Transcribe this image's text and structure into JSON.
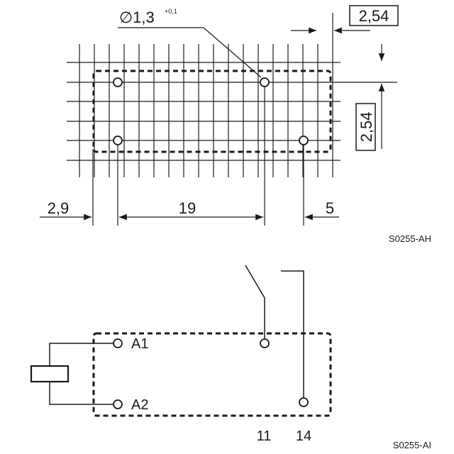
{
  "footprint": {
    "hole_diameter": "∅1,3",
    "hole_tolerance": "+0,1",
    "grid_pitch_h": "2,54",
    "grid_pitch_v": "2,54",
    "dim_left": "2,9",
    "dim_middle": "19",
    "dim_right": "5",
    "drawing_code": "S0255-AH"
  },
  "schematic": {
    "coil_pin_1": "A1",
    "coil_pin_2": "A2",
    "contact_common": "11",
    "contact_no": "14",
    "drawing_code": "S0255-AI"
  },
  "colors": {
    "line": "#1a1a1a",
    "background": "#ffffff"
  }
}
